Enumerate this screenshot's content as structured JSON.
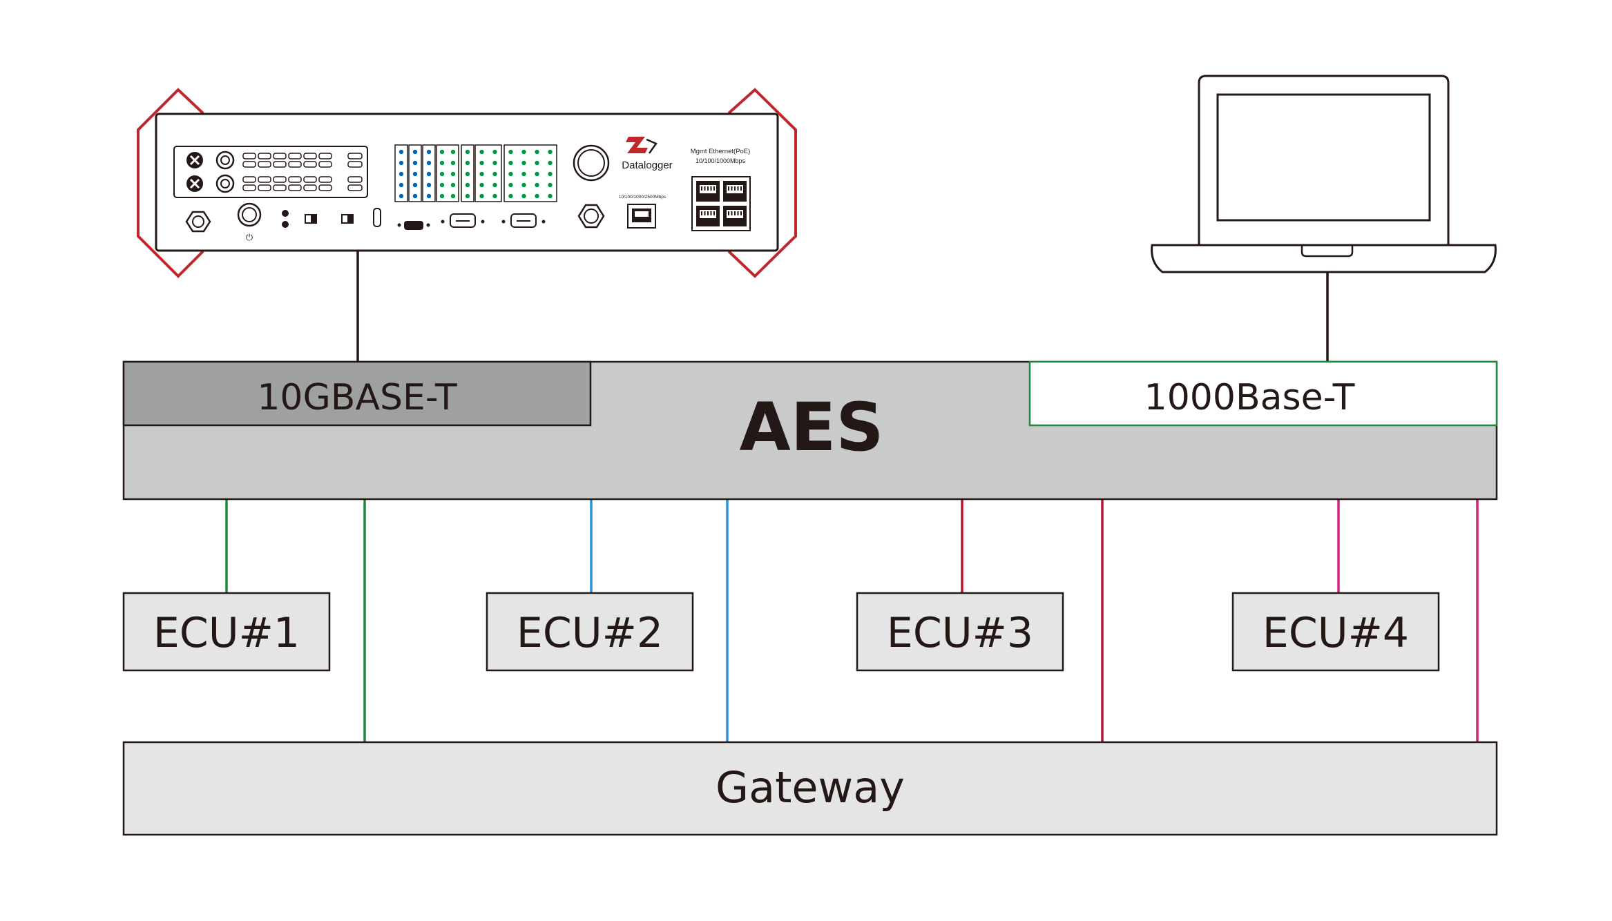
{
  "diagram": {
    "device": {
      "brand": "Datalogger",
      "mgmt_title": "Mgmt Ethernet(PoE)",
      "mgmt_speed": "10/100/1000Mbps",
      "port_speed": "10/100/1000/2500Mbps",
      "power_symbol": "⏻"
    },
    "switch": {
      "label": "AES",
      "port_10g": "10GBASE-T",
      "port_1000": "1000Base-T"
    },
    "ecus": [
      {
        "label": "ECU#1",
        "color": "#1e8a3c"
      },
      {
        "label": "ECU#2",
        "color": "#2a93d5"
      },
      {
        "label": "ECU#3",
        "color": "#b8132a"
      },
      {
        "label": "ECU#4",
        "color": "#d1227a"
      }
    ],
    "gateway": {
      "label": "Gateway"
    },
    "colors": {
      "stroke": "#231815",
      "box_fill": "#e5e5e5",
      "switch_fill": "#c9caca",
      "port_10g_fill": "#9fa0a0",
      "port_1000_border": "#1e8a3c",
      "bracket_red": "#c0272d",
      "dot_blue": "#0068b7",
      "dot_green": "#009944"
    }
  }
}
